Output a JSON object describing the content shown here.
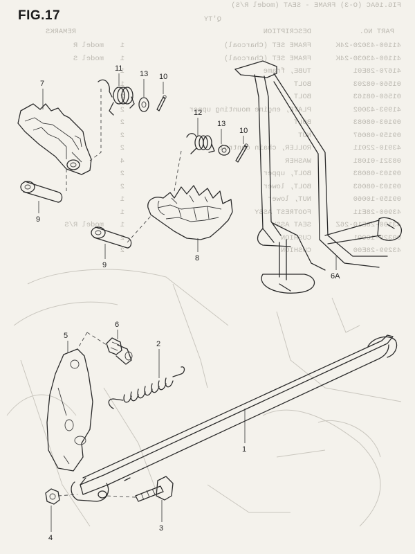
{
  "figure": {
    "title": "FIG.17"
  },
  "bleed_through": {
    "header": "FIG.16AC (O-3) FRAME - SEAT (model R/S)",
    "qty_label": "Q'TY",
    "columns": [
      "PART NO.",
      "DESCRIPTION",
      "REMARKS"
    ],
    "rows": [
      {
        "part_no": "41100-43020-24K",
        "description": "FRAME SET (Charcoal)",
        "qty": "1",
        "remarks": "model R"
      },
      {
        "part_no": "41100-43030-24K",
        "description": "FRAME SET (Charcoal)",
        "qty": "1",
        "remarks": "model S"
      },
      {
        "part_no": "41670-28E01",
        "description": "TUBE, frame",
        "qty": "1",
        "remarks": ""
      },
      {
        "part_no": "01560-08203",
        "description": "BOLT",
        "qty": "1",
        "remarks": ""
      },
      {
        "part_no": "01560-08163",
        "description": "BOLT",
        "qty": "2",
        "remarks": ""
      },
      {
        "part_no": "41993-43002",
        "description": "PLATE, engine mounting upper",
        "qty": "2",
        "remarks": ""
      },
      {
        "part_no": "09103-08083",
        "description": "BOLT",
        "qty": "2",
        "remarks": ""
      },
      {
        "part_no": "09159-08067",
        "description": "NUT",
        "qty": "2",
        "remarks": ""
      },
      {
        "part_no": "43910-22011",
        "description": "ROLLER, chain control",
        "qty": "2",
        "remarks": ""
      },
      {
        "part_no": "08321-01081",
        "description": "WASHER",
        "qty": "4",
        "remarks": ""
      },
      {
        "part_no": "09103-08083",
        "description": "BOLT, upper",
        "qty": "2",
        "remarks": ""
      },
      {
        "part_no": "09103-08063",
        "description": "BOLT, lower",
        "qty": "2",
        "remarks": ""
      },
      {
        "part_no": "09159-10060",
        "description": "NUT, lower",
        "qty": "1",
        "remarks": ""
      },
      {
        "part_no": "43900-28E11",
        "description": "FOOTREST ASSY",
        "qty": "1",
        "remarks": ""
      },
      {
        "part_no": "43100-28E10-26Z",
        "description": "SEAT ASSY",
        "qty": "1",
        "remarks": "model R/S"
      },
      {
        "part_no": "09329-10001",
        "description": "CUSHION",
        "qty": "2",
        "remarks": ""
      },
      {
        "part_no": "43299-28E00",
        "description": "CUSHION",
        "qty": "2",
        "remarks": ""
      }
    ]
  },
  "callouts": {
    "c7": "7",
    "c11": "11",
    "c13a": "13",
    "c10a": "10",
    "c12": "12",
    "c13b": "13",
    "c10b": "10",
    "c9a": "9",
    "c9b": "9",
    "c8": "8",
    "c6a": "6A",
    "c6": "6",
    "c5": "5",
    "c2": "2",
    "c1": "1",
    "c4": "4",
    "c3": "3"
  },
  "colors": {
    "paper": "#f4f2ec",
    "ink": "#2a2a2a",
    "bleed": "#bdbab2"
  }
}
